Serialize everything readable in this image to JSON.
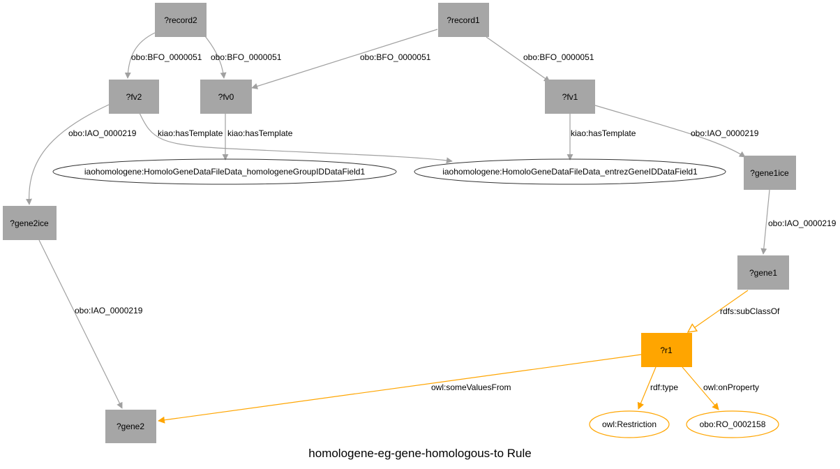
{
  "title": "homologene-eg-gene-homologous-to Rule",
  "colors": {
    "node_gray": "#a6a6a6",
    "node_orange": "#ffa500",
    "edge_gray": "#a0a0a0",
    "edge_orange": "#ffa500"
  },
  "nodes": {
    "record2": "?record2",
    "record1": "?record1",
    "fv2": "?fv2",
    "fv0": "?fv0",
    "fv1": "?fv1",
    "group_field": "iaohomologene:HomoloGeneDataFileData_homologeneGroupIDDataField1",
    "entrez_field": "iaohomologene:HomoloGeneDataFileData_entrezGeneIDDataField1",
    "gene1ice": "?gene1ice",
    "gene2ice": "?gene2ice",
    "gene1": "?gene1",
    "r1": "?r1",
    "gene2": "?gene2",
    "restriction": "owl:Restriction",
    "ro": "obo:RO_0002158"
  },
  "edges": {
    "record2_fv2": "obo:BFO_0000051",
    "record2_fv0": "obo:BFO_0000051",
    "record1_fv0": "obo:BFO_0000051",
    "record1_fv1": "obo:BFO_0000051",
    "fv2_gene2ice": "obo:IAO_0000219",
    "fv2_entrez": "kiao:hasTemplate",
    "fv0_group": "kiao:hasTemplate",
    "fv1_entrez": "kiao:hasTemplate",
    "fv1_gene1ice": "obo:IAO_0000219",
    "gene1ice_gene1": "obo:IAO_0000219",
    "gene2ice_gene2": "obo:IAO_0000219",
    "gene1_r1": "rdfs:subClassOf",
    "r1_gene2": "owl:someValuesFrom",
    "r1_restriction": "rdf:type",
    "r1_ro": "owl:onProperty"
  }
}
